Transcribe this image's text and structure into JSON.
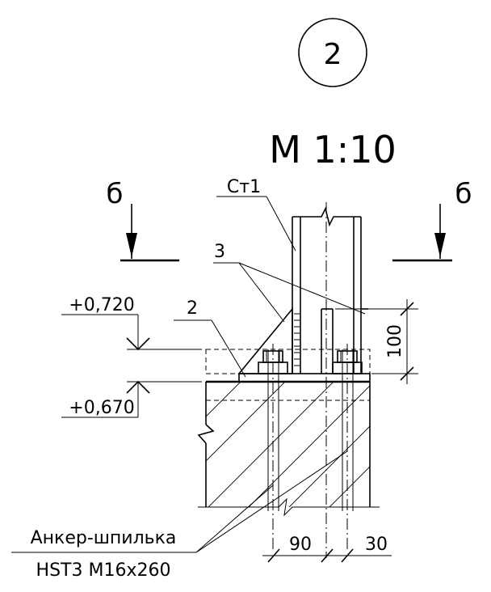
{
  "detail": {
    "number": "2",
    "scale": "М 1:10"
  },
  "section": {
    "left_mark": "б",
    "right_mark": "б"
  },
  "callouts": {
    "column": "Ст1",
    "rib": "3",
    "base_plate": "2"
  },
  "levels": {
    "top": "+0,720",
    "bottom": "+0,670"
  },
  "dimensions": {
    "height_100": "100",
    "width_90": "90",
    "width_30": "30"
  },
  "anchor": {
    "line1": "Анкер-шпилька",
    "line2": "HST3 M16x260"
  }
}
